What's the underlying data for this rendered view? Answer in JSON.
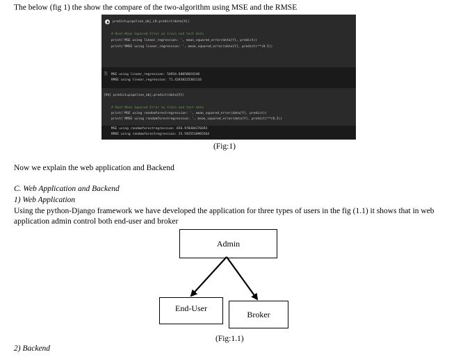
{
  "intro_text": "The below (fig 1) the show the compare of the two-algorithm using   MSE and the RMSE",
  "code": {
    "cell1": {
      "call": "predict=pipeline_obj_LR.predict(data[X])",
      "comment": "# Root Mean Squared Error on train and test data",
      "line1": "print('MSE using linear_regression: ', mean_squared_error(data[Y], predict))",
      "line2": "print('RMSE using linear_regression: ', mean_squared_error(data[Y], predict)**(0.5))"
    },
    "out1": {
      "line1": "MSE using linear_regression:  54934.60058024346",
      "line2": "RMSE using linear_regression:  71.42838225301116"
    },
    "cell2": {
      "call": "[94] predict=pipeline_obj.predict(data[X])",
      "comment": "# Root Mean Squared Error on train and test data",
      "line1": "print('MSE using randomforestregression: ', mean_squared_error(data[Y], predict))",
      "line2": "print('RMSE using randomforestregression: ', mean_squared_error(data[Y], predict)**(0.5))"
    },
    "out2": {
      "line1": "MSE using randomforestregression:  656.978304370393",
      "line2": "RMSE using randomforestregression:  25.5925518965564"
    }
  },
  "fig1_caption": "(Fig:1)",
  "explain_text": "Now we explain the web application and Backend",
  "section_c": "C.   Web Application and Backend",
  "sub1": "1)   Web Application",
  "para_line1": "Using the python-Django framework we have developed the application for three types of users in the fig (1.1) it shows that in web",
  "para_line2": "application admin control both end-user and broker",
  "diagram": {
    "admin": "Admin",
    "end_user": "End-User",
    "broker": "Broker"
  },
  "fig11_caption": "(Fig:1.1)",
  "sub2": "2)   Backend"
}
